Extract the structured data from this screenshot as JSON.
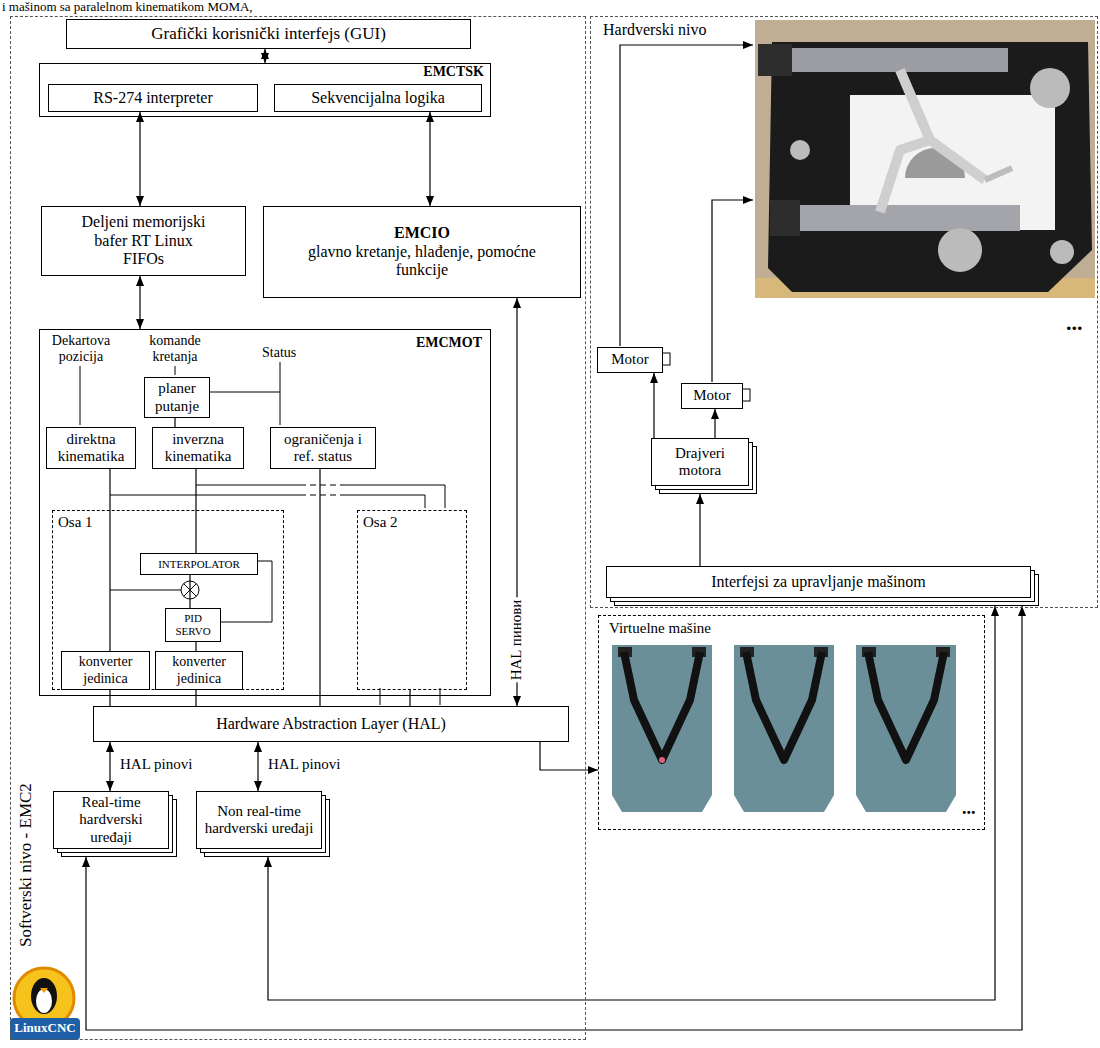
{
  "diagram": {
    "nodes": [
      {
        "text": [
          "Softverski nivo - EMC2"
        ]
      },
      {
        "text": [
          "Hardverski nivo"
        ]
      },
      {
        "text": [
          "Grafički korisnički interfejs (GUI)"
        ],
        "in": 0
      },
      {
        "text": [
          "EMCTSK"
        ],
        "in": 0
      },
      {
        "text": [
          "RS-274 interpreter"
        ],
        "in": 3
      },
      {
        "text": [
          "Sekvencijalna logika"
        ],
        "in": 3
      },
      {
        "text": [
          "Deljeni memorijski bafer RT Linux FIFOs"
        ],
        "in": 0
      },
      {
        "text": [
          "EMCIO",
          "glavno kretanje, hlađenje, pomoćne funkcije"
        ],
        "in": 0
      },
      {
        "text": [
          "EMCMOT"
        ],
        "in": 0
      },
      {
        "text": [
          "planer putanje"
        ],
        "in": 8
      },
      {
        "text": [
          "direktna kinematika"
        ],
        "in": 8
      },
      {
        "text": [
          "inverzna kinematika"
        ],
        "in": 8
      },
      {
        "text": [
          "ograničenja i ref. status"
        ],
        "in": 8
      },
      {
        "text": [
          "Osa 1"
        ],
        "in": 8
      },
      {
        "text": [
          "INTERPOLATOR"
        ],
        "in": 13
      },
      {
        "text": [
          "PID SERVO"
        ],
        "in": 13
      },
      {
        "text": [
          "konverter jedinica"
        ],
        "in": 13
      },
      {
        "text": [
          "konverter jedinica"
        ],
        "in": 13
      },
      {
        "text": [
          "Osa 2"
        ],
        "in": 8
      },
      {
        "text": [
          "Hardware Abstraction Layer (HAL)"
        ],
        "in": 0
      },
      {
        "text": [
          "Real-time hardverski uređaji"
        ],
        "in": 0
      },
      {
        "text": [
          "Non real-time hardverski uređaji"
        ],
        "in": 0
      },
      {
        "text": [
          "Virtuelne mašine"
        ]
      },
      {
        "text": [
          "Motor"
        ],
        "in": 1
      },
      {
        "text": [
          "Motor"
        ],
        "in": 1
      },
      {
        "text": [
          "Drajveri motora"
        ],
        "in": 1
      },
      {
        "text": [
          "Interfejsi za upravljanje mašinom"
        ],
        "in": 1
      }
    ],
    "edges": [
      {
        "from": 2,
        "to": 3,
        "arrow": "both"
      },
      {
        "from": 4,
        "to": 6,
        "arrow": "both"
      },
      {
        "from": 5,
        "to": 7,
        "arrow": "both"
      },
      {
        "from": 6,
        "to": 8,
        "arrow": "both"
      },
      {
        "from": 7,
        "to": 19,
        "label": "HAL пинови",
        "arrow": "both"
      },
      {
        "from": 19,
        "to": 20,
        "label": "HAL pinovi",
        "arrow": "both"
      },
      {
        "from": 19,
        "to": 21,
        "label": "HAL pinovi",
        "arrow": "both"
      },
      {
        "from": 19,
        "to": 22,
        "arrow": "to"
      },
      {
        "from": 26,
        "to": 25,
        "arrow": "to"
      },
      {
        "from": 25,
        "to": 23,
        "arrow": "to"
      },
      {
        "from": 25,
        "to": 24,
        "arrow": "to"
      },
      {
        "from": 26,
        "to": 20,
        "arrow": "both"
      },
      {
        "from": 26,
        "to": 21,
        "arrow": "both"
      },
      {
        "from": 9,
        "to": 11,
        "arrow": "none"
      },
      {
        "from": 10,
        "to": 16,
        "arrow": "none"
      },
      {
        "from": 11,
        "to": 14,
        "arrow": "none"
      },
      {
        "from": 14,
        "to": 15,
        "arrow": "none"
      },
      {
        "from": 15,
        "to": 17,
        "arrow": "none"
      },
      {
        "from": 16,
        "to": 19,
        "arrow": "none"
      },
      {
        "from": 17,
        "to": 19,
        "arrow": "none"
      },
      {
        "from": 12,
        "to": 19,
        "arrow": "none"
      },
      {
        "from": 18,
        "to": 19,
        "arrow": "none"
      }
    ],
    "labels": [
      "i mašinom sa paralelnom kinematikom MOMA,",
      "Dekartova pozicija",
      "komande kretanja",
      "Status",
      "LinuxCNC",
      "...",
      "..."
    ]
  }
}
